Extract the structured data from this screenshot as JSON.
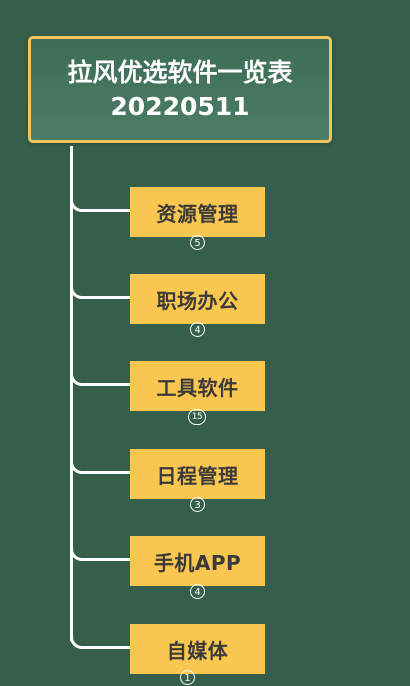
{
  "root": {
    "title_line1": "拉风优选软件一览表",
    "title_line2": "20220511"
  },
  "children": [
    {
      "label": "资源管理",
      "count": "5"
    },
    {
      "label": "职场办公",
      "count": "4"
    },
    {
      "label": "工具软件",
      "count": "15"
    },
    {
      "label": "日程管理",
      "count": "3"
    },
    {
      "label": "手机APP",
      "count": "4"
    },
    {
      "label": "自媒体",
      "count": "1"
    }
  ],
  "colors": {
    "background": "#365f4b",
    "root_fill": "#45755e",
    "root_border": "#f2c55c",
    "child_fill": "#f9c74f",
    "connector": "#ffffff"
  }
}
